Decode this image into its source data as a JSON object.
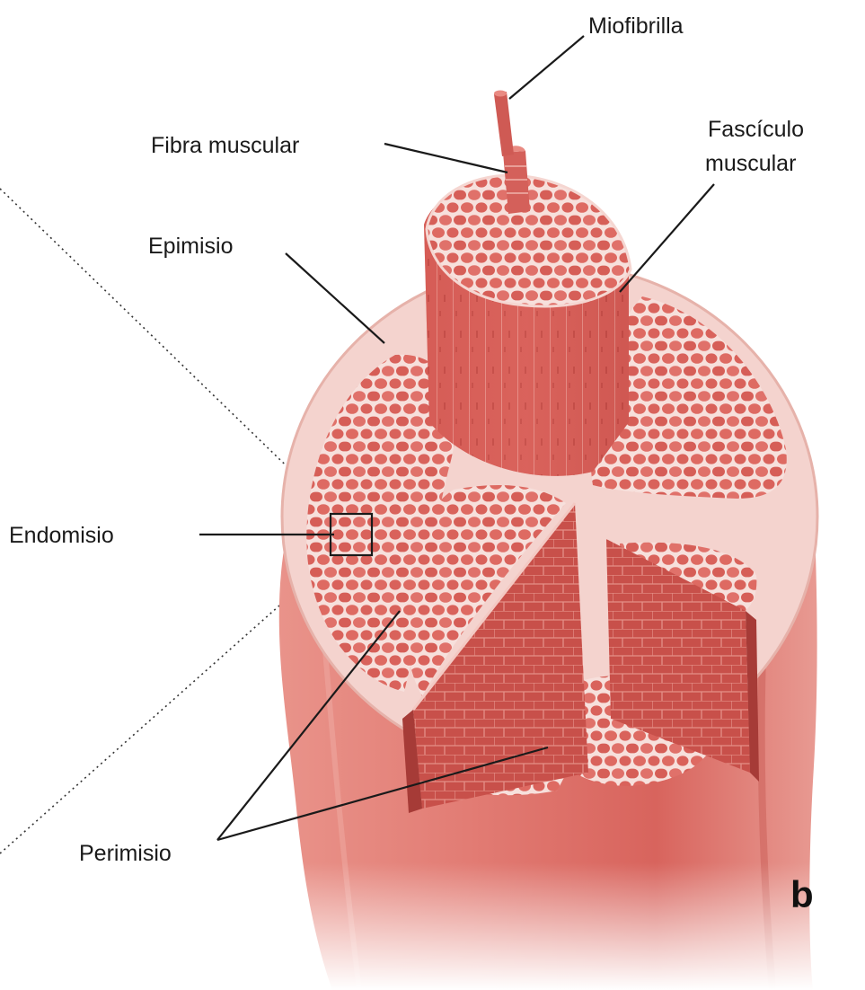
{
  "labels": {
    "miofibrilla": "Miofibrilla",
    "fibra": "Fibra muscular",
    "fasciculo_line1": "Fascículo",
    "fasciculo_line2": "muscular",
    "epimisio": "Epimisio",
    "endomisio": "Endomisio",
    "perimisio": "Perimisio",
    "panel_letter": "b"
  },
  "colors": {
    "muscle_dark": "#c64e4b",
    "muscle_mid": "#dd6a63",
    "muscle_light": "#ef9a90",
    "connective": "#f6d9d4",
    "cut_face": "#b84641",
    "background": "#ffffff"
  }
}
